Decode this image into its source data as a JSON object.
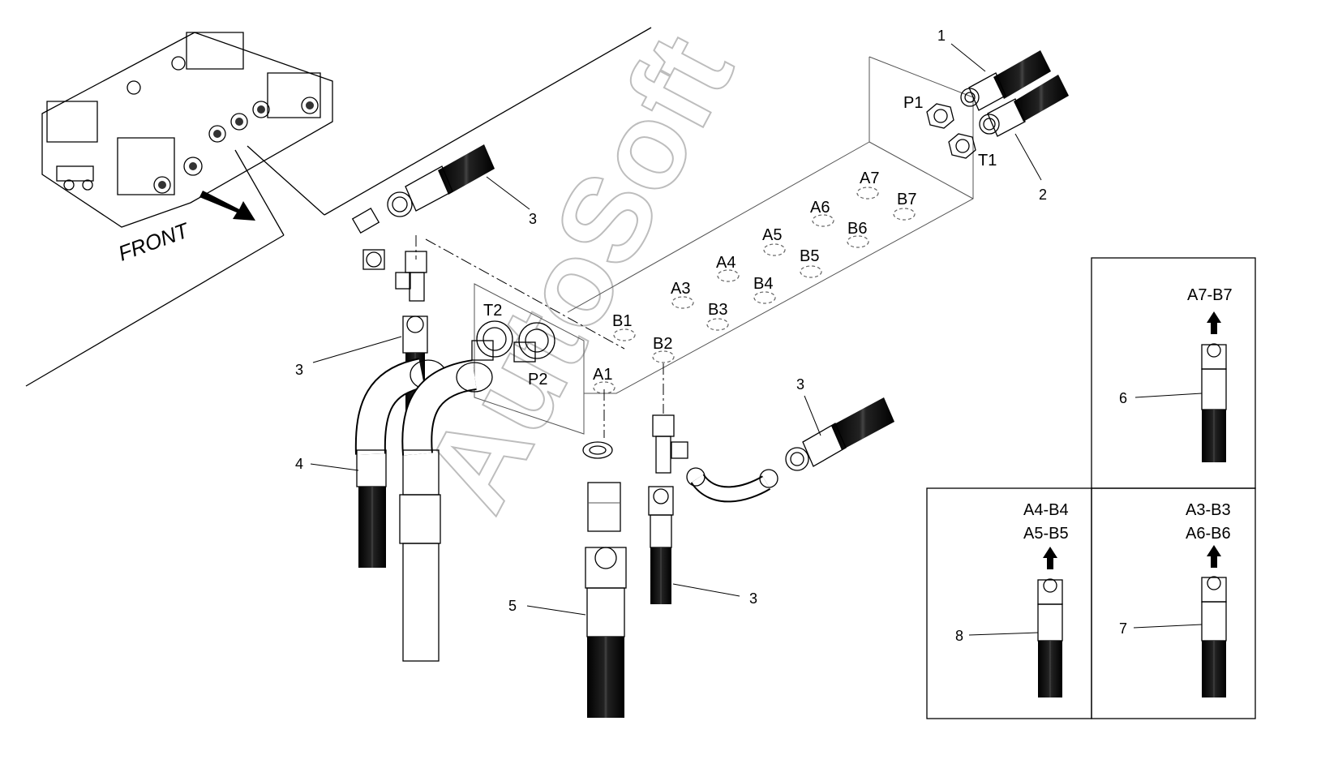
{
  "front_label": "FRONT",
  "watermark": "AutoSoft",
  "ports": {
    "p1": "P1",
    "t1": "T1",
    "t2": "T2",
    "p2": "P2",
    "a1": "A1",
    "b1": "B1",
    "b2": "B2",
    "a3": "A3",
    "b3": "B3",
    "a4": "A4",
    "b4": "B4",
    "a5": "A5",
    "b5": "B5",
    "a6": "A6",
    "b6": "B6",
    "a7": "A7",
    "b7": "B7"
  },
  "callouts": {
    "c1": "1",
    "c2": "2",
    "c3a": "3",
    "c3b": "3",
    "c3c": "3",
    "c3d": "3",
    "c4": "4",
    "c5": "5",
    "c6": "6",
    "c7": "7",
    "c8": "8"
  },
  "insets": {
    "inset6": {
      "line1": "A7-B7"
    },
    "inset8": {
      "line1": "A4-B4",
      "line2": "A5-B5"
    },
    "inset7": {
      "line1": "A3-B3",
      "line2": "A6-B6"
    }
  }
}
